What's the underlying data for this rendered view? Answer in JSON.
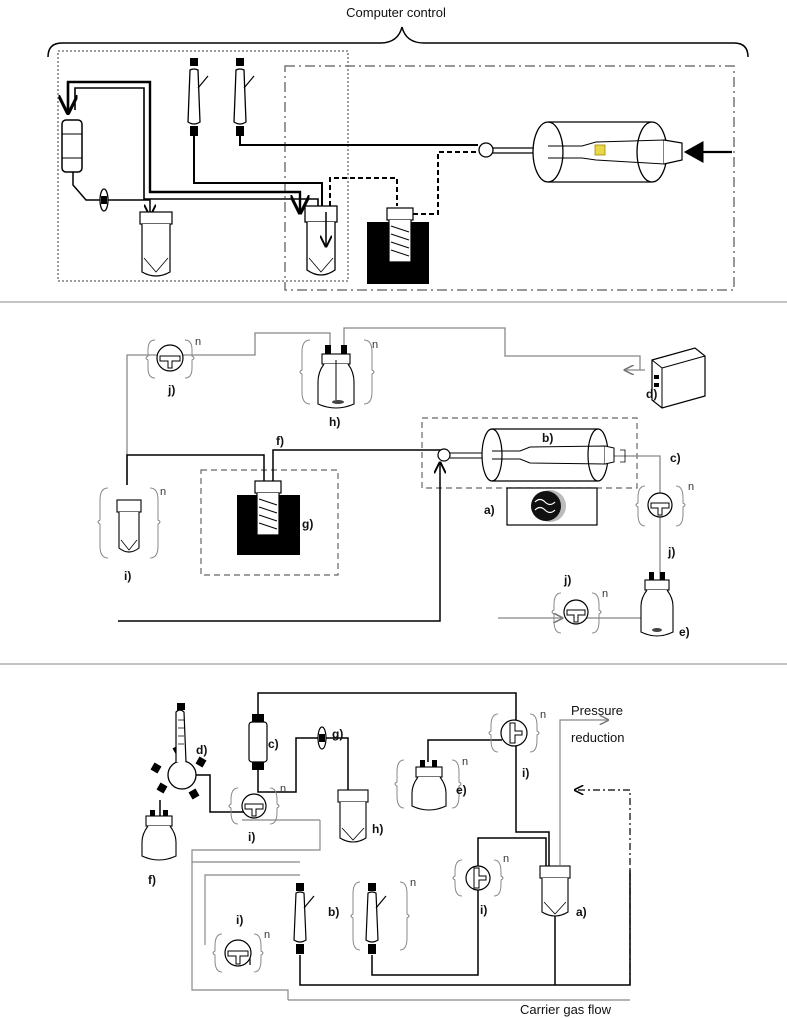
{
  "panel1": {
    "title": "Computer control"
  },
  "panel2": {
    "labels": {
      "a": "a)",
      "b": "b)",
      "c": "c)",
      "d": "d)",
      "e": "e)",
      "f": "f)",
      "g": "g)",
      "h": "h)",
      "i": "i)",
      "j": "j)"
    },
    "multiplier": "n"
  },
  "panel3": {
    "labels": {
      "a": "a)",
      "b": "b)",
      "c": "c)",
      "d": "d)",
      "e": "e)",
      "f": "f)",
      "g": "g)",
      "h": "h)",
      "i": "i)"
    },
    "multiplier": "n",
    "pressure_line1": "Pressure",
    "pressure_line2": "reduction",
    "carrier": "Carrier gas flow"
  }
}
